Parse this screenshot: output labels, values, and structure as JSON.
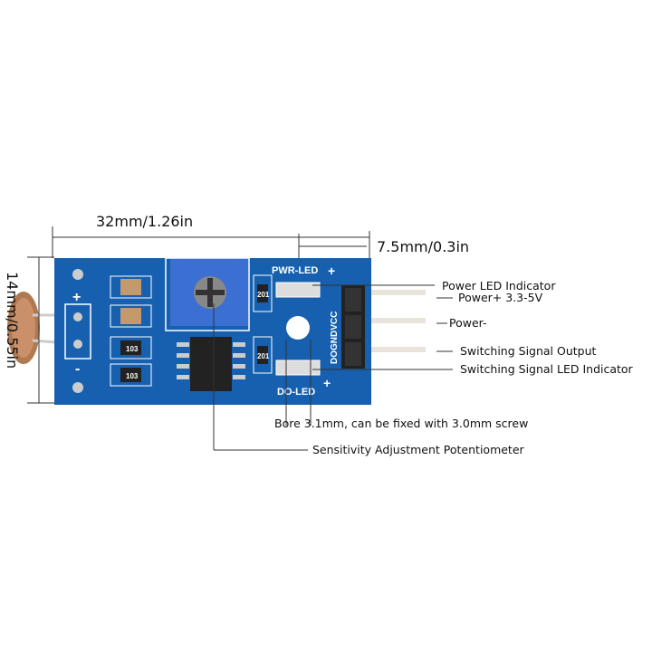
{
  "dimensions": {
    "length": "32mm/1.26in",
    "header_offset": "7.5mm/0.3in",
    "width": "14mm/0.55in"
  },
  "callouts": {
    "power_led": "Power LED Indicator",
    "power_plus": "Power+ 3.3-5V",
    "power_minus": "Power-",
    "signal_output": "Switching Signal Output",
    "signal_led": "Switching Signal LED Indicator",
    "bore": "Bore 3.1mm, can be fixed with 3.0mm screw",
    "potentiometer": "Sensitivity Adjustment Potentiometer"
  },
  "silkscreen": {
    "pwr_led": "PWR-LED",
    "do_led": "DO-LED",
    "pins": "DOGNDVCC",
    "plus": "+",
    "minus": "-",
    "resistor_103": "103",
    "resistor_201": "201"
  },
  "colors": {
    "pcb": "#1760b0",
    "pot": "#3b6fd1"
  }
}
